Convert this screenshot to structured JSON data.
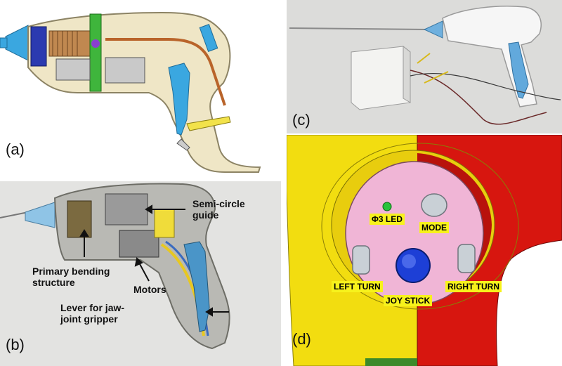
{
  "panels": {
    "a": {
      "label": "(a)"
    },
    "b": {
      "label": "(b)",
      "annotations": {
        "semi_circle": "Semi-circle\nguide",
        "primary_bending": "Primary bending\nstructure",
        "motors": "Motors",
        "lever": "Lever for jaw-\njoint gripper"
      }
    },
    "c": {
      "label": "(c)"
    },
    "d": {
      "label": "(d)",
      "buttons": {
        "led": "Φ3 LED",
        "mode": "MODE",
        "left_turn": "LEFT TURN",
        "joystick": "JOY STICK",
        "right_turn": "RIGHT TURN"
      }
    }
  },
  "colors": {
    "instrument_blue": "#3aa7e0",
    "housing_yellow": "#f2dd10",
    "housing_red": "#d7160f",
    "panel_pink": "#f0b5d6",
    "label_yellow": "#f7f21c"
  }
}
